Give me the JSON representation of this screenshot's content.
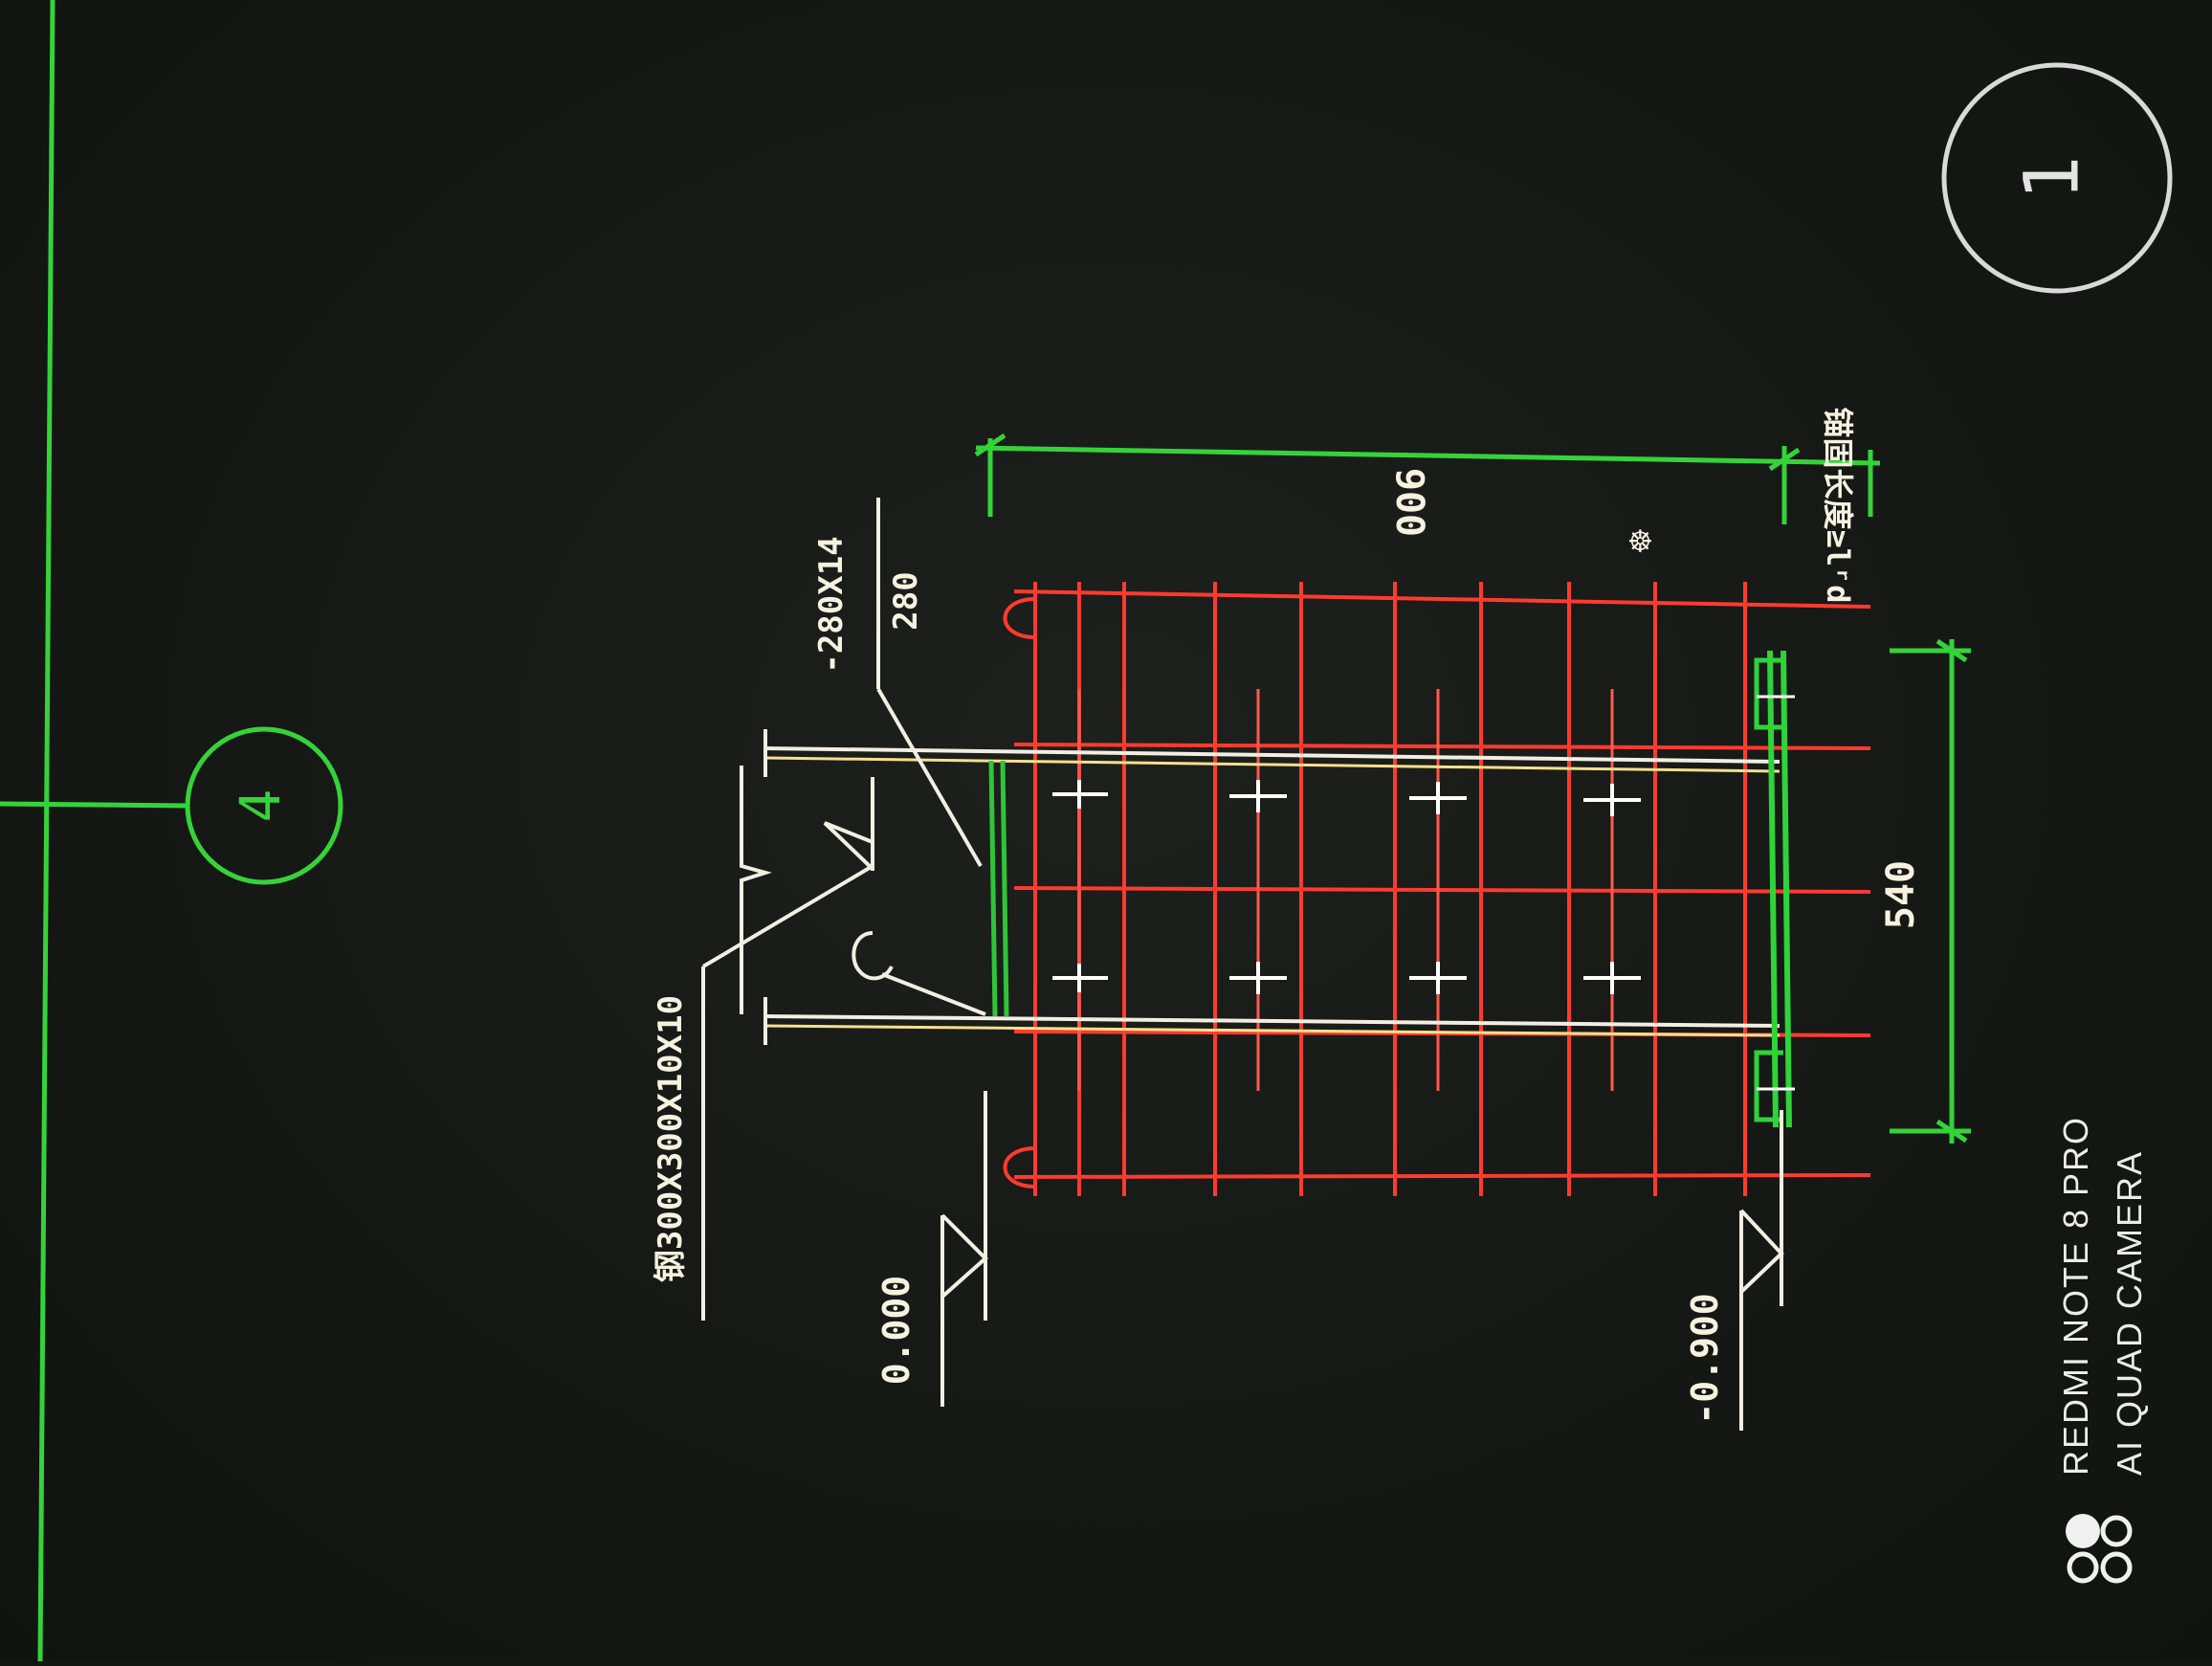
{
  "drawing": {
    "grid_axis_4": "4",
    "section_marker": "1",
    "section_member_label": "钢300X300X10X10",
    "plate_label": "-280X14",
    "plate_width": "280",
    "elevation_top": "0.000",
    "elevation_bottom": "-0.900",
    "dim_height": "900",
    "dim_width": "540",
    "anchorage_label": "锚固长度≥lʳd",
    "weld_note": "☸"
  },
  "watermark": {
    "line1": "REDMI NOTE 8 PRO",
    "line2": "AI QUAD CAMERA"
  },
  "colors": {
    "background": "#151715",
    "axis_green": "#35d33a",
    "rebar_red": "#ff3b2e",
    "steel_white": "#f2efe2",
    "steel_yellow": "#f6e08a",
    "bolt_white": "#ffffff"
  }
}
